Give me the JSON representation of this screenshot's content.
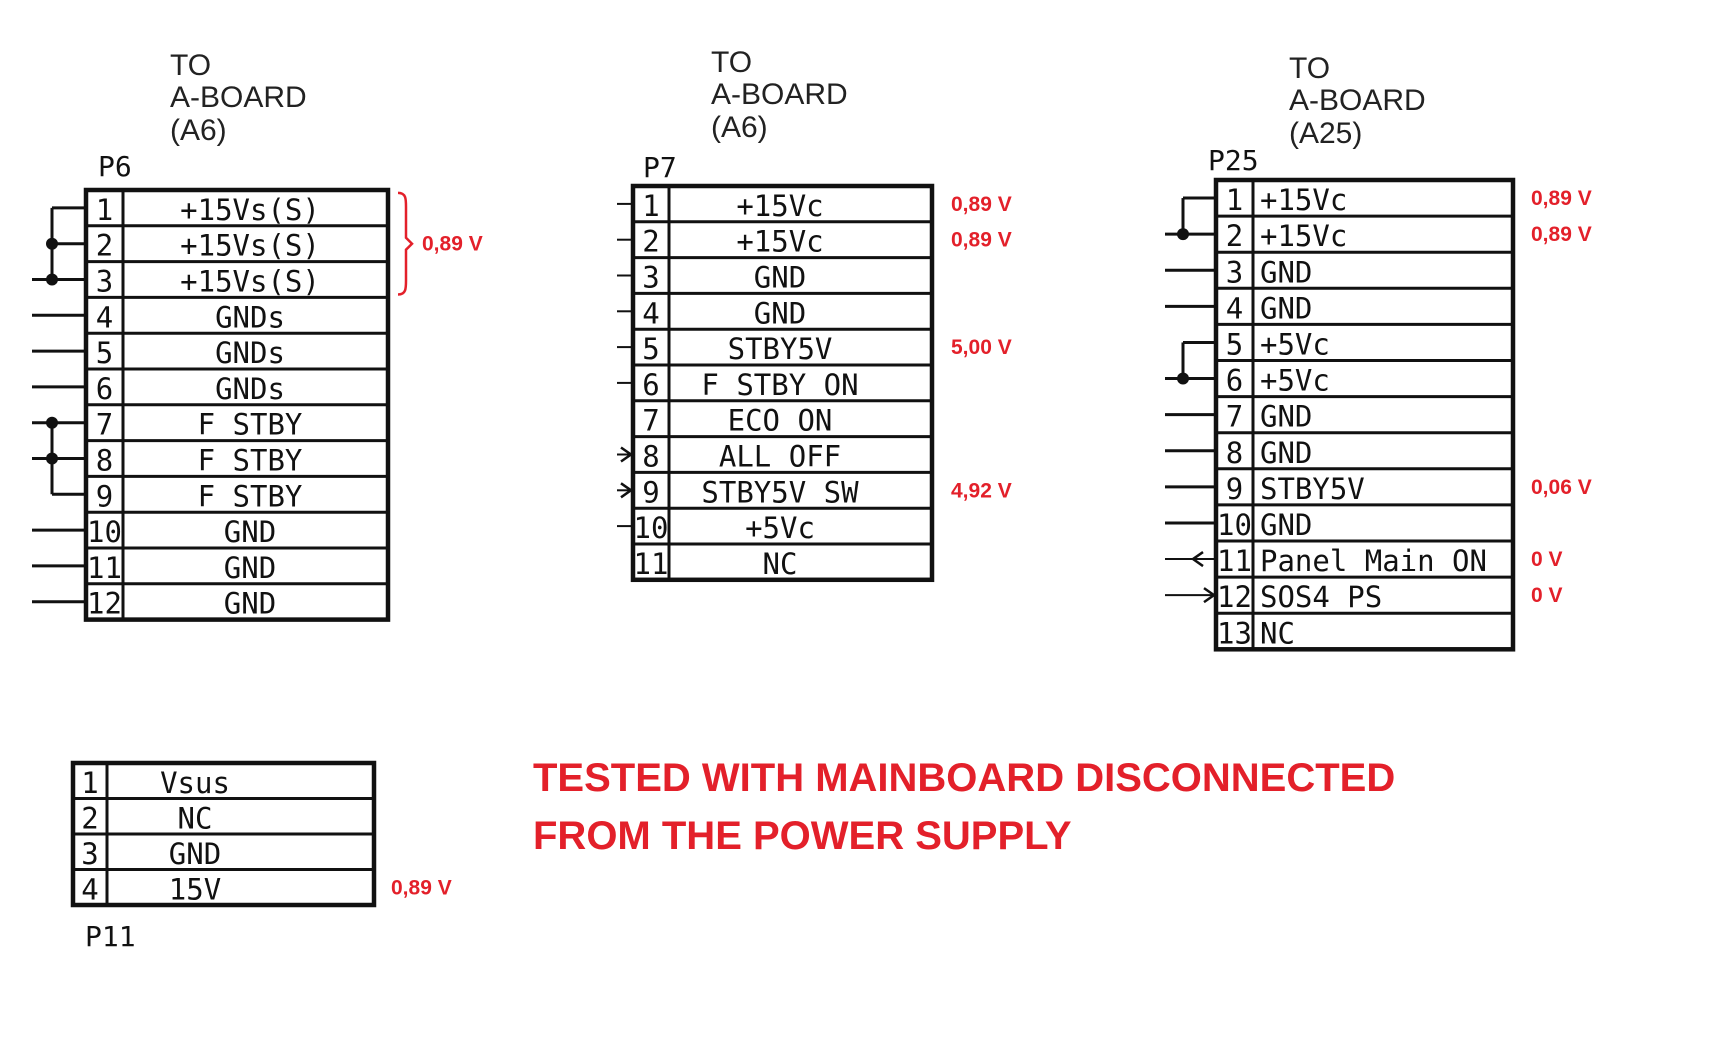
{
  "colors": {
    "line": "#111111",
    "annotation": "#e3202a",
    "background": "#ffffff"
  },
  "connectors": [
    {
      "id": "P6",
      "name": "P6",
      "header": [
        "TO",
        "A-BOARD",
        "(A6)"
      ],
      "pins": [
        {
          "num": "1",
          "signal": "+15Vs(S)"
        },
        {
          "num": "2",
          "signal": "+15Vs(S)"
        },
        {
          "num": "3",
          "signal": "+15Vs(S)"
        },
        {
          "num": "4",
          "signal": "GNDs"
        },
        {
          "num": "5",
          "signal": "GNDs"
        },
        {
          "num": "6",
          "signal": "GNDs"
        },
        {
          "num": "7",
          "signal": "F_STBY"
        },
        {
          "num": "8",
          "signal": "F_STBY"
        },
        {
          "num": "9",
          "signal": "F_STBY"
        },
        {
          "num": "10",
          "signal": "GND"
        },
        {
          "num": "11",
          "signal": "GND"
        },
        {
          "num": "12",
          "signal": "GND"
        }
      ],
      "annotations": [
        {
          "pins": [
            "1",
            "2",
            "3"
          ],
          "text": "0,89 V",
          "bracket": true
        }
      ]
    },
    {
      "id": "P7",
      "name": "P7",
      "header": [
        "TO",
        "A-BOARD",
        "(A6)"
      ],
      "pins": [
        {
          "num": "1",
          "signal": "+15Vc"
        },
        {
          "num": "2",
          "signal": "+15Vc"
        },
        {
          "num": "3",
          "signal": "GND"
        },
        {
          "num": "4",
          "signal": "GND"
        },
        {
          "num": "5",
          "signal": "STBY5V"
        },
        {
          "num": "6",
          "signal": "F_STBY_ON"
        },
        {
          "num": "7",
          "signal": "ECO_ON"
        },
        {
          "num": "8",
          "signal": "ALL_OFF"
        },
        {
          "num": "9",
          "signal": "STBY5V_SW"
        },
        {
          "num": "10",
          "signal": "+5Vc"
        },
        {
          "num": "11",
          "signal": "NC"
        }
      ],
      "annotations": [
        {
          "pins": [
            "1"
          ],
          "text": "0,89 V"
        },
        {
          "pins": [
            "2"
          ],
          "text": "0,89 V"
        },
        {
          "pins": [
            "5"
          ],
          "text": "5,00 V"
        },
        {
          "pins": [
            "9"
          ],
          "text": "4,92 V"
        }
      ]
    },
    {
      "id": "P25",
      "name": "P25",
      "header": [
        "TO",
        "A-BOARD",
        "(A25)"
      ],
      "pins": [
        {
          "num": "1",
          "signal": "+15Vc"
        },
        {
          "num": "2",
          "signal": "+15Vc"
        },
        {
          "num": "3",
          "signal": "GND"
        },
        {
          "num": "4",
          "signal": "GND"
        },
        {
          "num": "5",
          "signal": "+5Vc"
        },
        {
          "num": "6",
          "signal": "+5Vc"
        },
        {
          "num": "7",
          "signal": "GND"
        },
        {
          "num": "8",
          "signal": "GND"
        },
        {
          "num": "9",
          "signal": "STBY5V"
        },
        {
          "num": "10",
          "signal": "GND"
        },
        {
          "num": "11",
          "signal": "Panel_Main_ON"
        },
        {
          "num": "12",
          "signal": "SOS4_PS"
        },
        {
          "num": "13",
          "signal": "NC"
        }
      ],
      "annotations": [
        {
          "pins": [
            "1"
          ],
          "text": "0,89 V"
        },
        {
          "pins": [
            "2"
          ],
          "text": "0,89 V"
        },
        {
          "pins": [
            "9"
          ],
          "text": "0,06 V"
        },
        {
          "pins": [
            "11"
          ],
          "text": "0 V"
        },
        {
          "pins": [
            "12"
          ],
          "text": "0 V"
        }
      ]
    },
    {
      "id": "P11",
      "name": "P11",
      "header": [],
      "pins": [
        {
          "num": "1",
          "signal": "Vsus"
        },
        {
          "num": "2",
          "signal": "NC"
        },
        {
          "num": "3",
          "signal": "GND"
        },
        {
          "num": "4",
          "signal": "15V"
        }
      ],
      "annotations": [
        {
          "pins": [
            "4"
          ],
          "text": "0,89 V"
        }
      ]
    }
  ],
  "note": {
    "lines": [
      "TESTED WITH MAINBOARD DISCONNECTED",
      "FROM THE POWER SUPPLY"
    ]
  }
}
